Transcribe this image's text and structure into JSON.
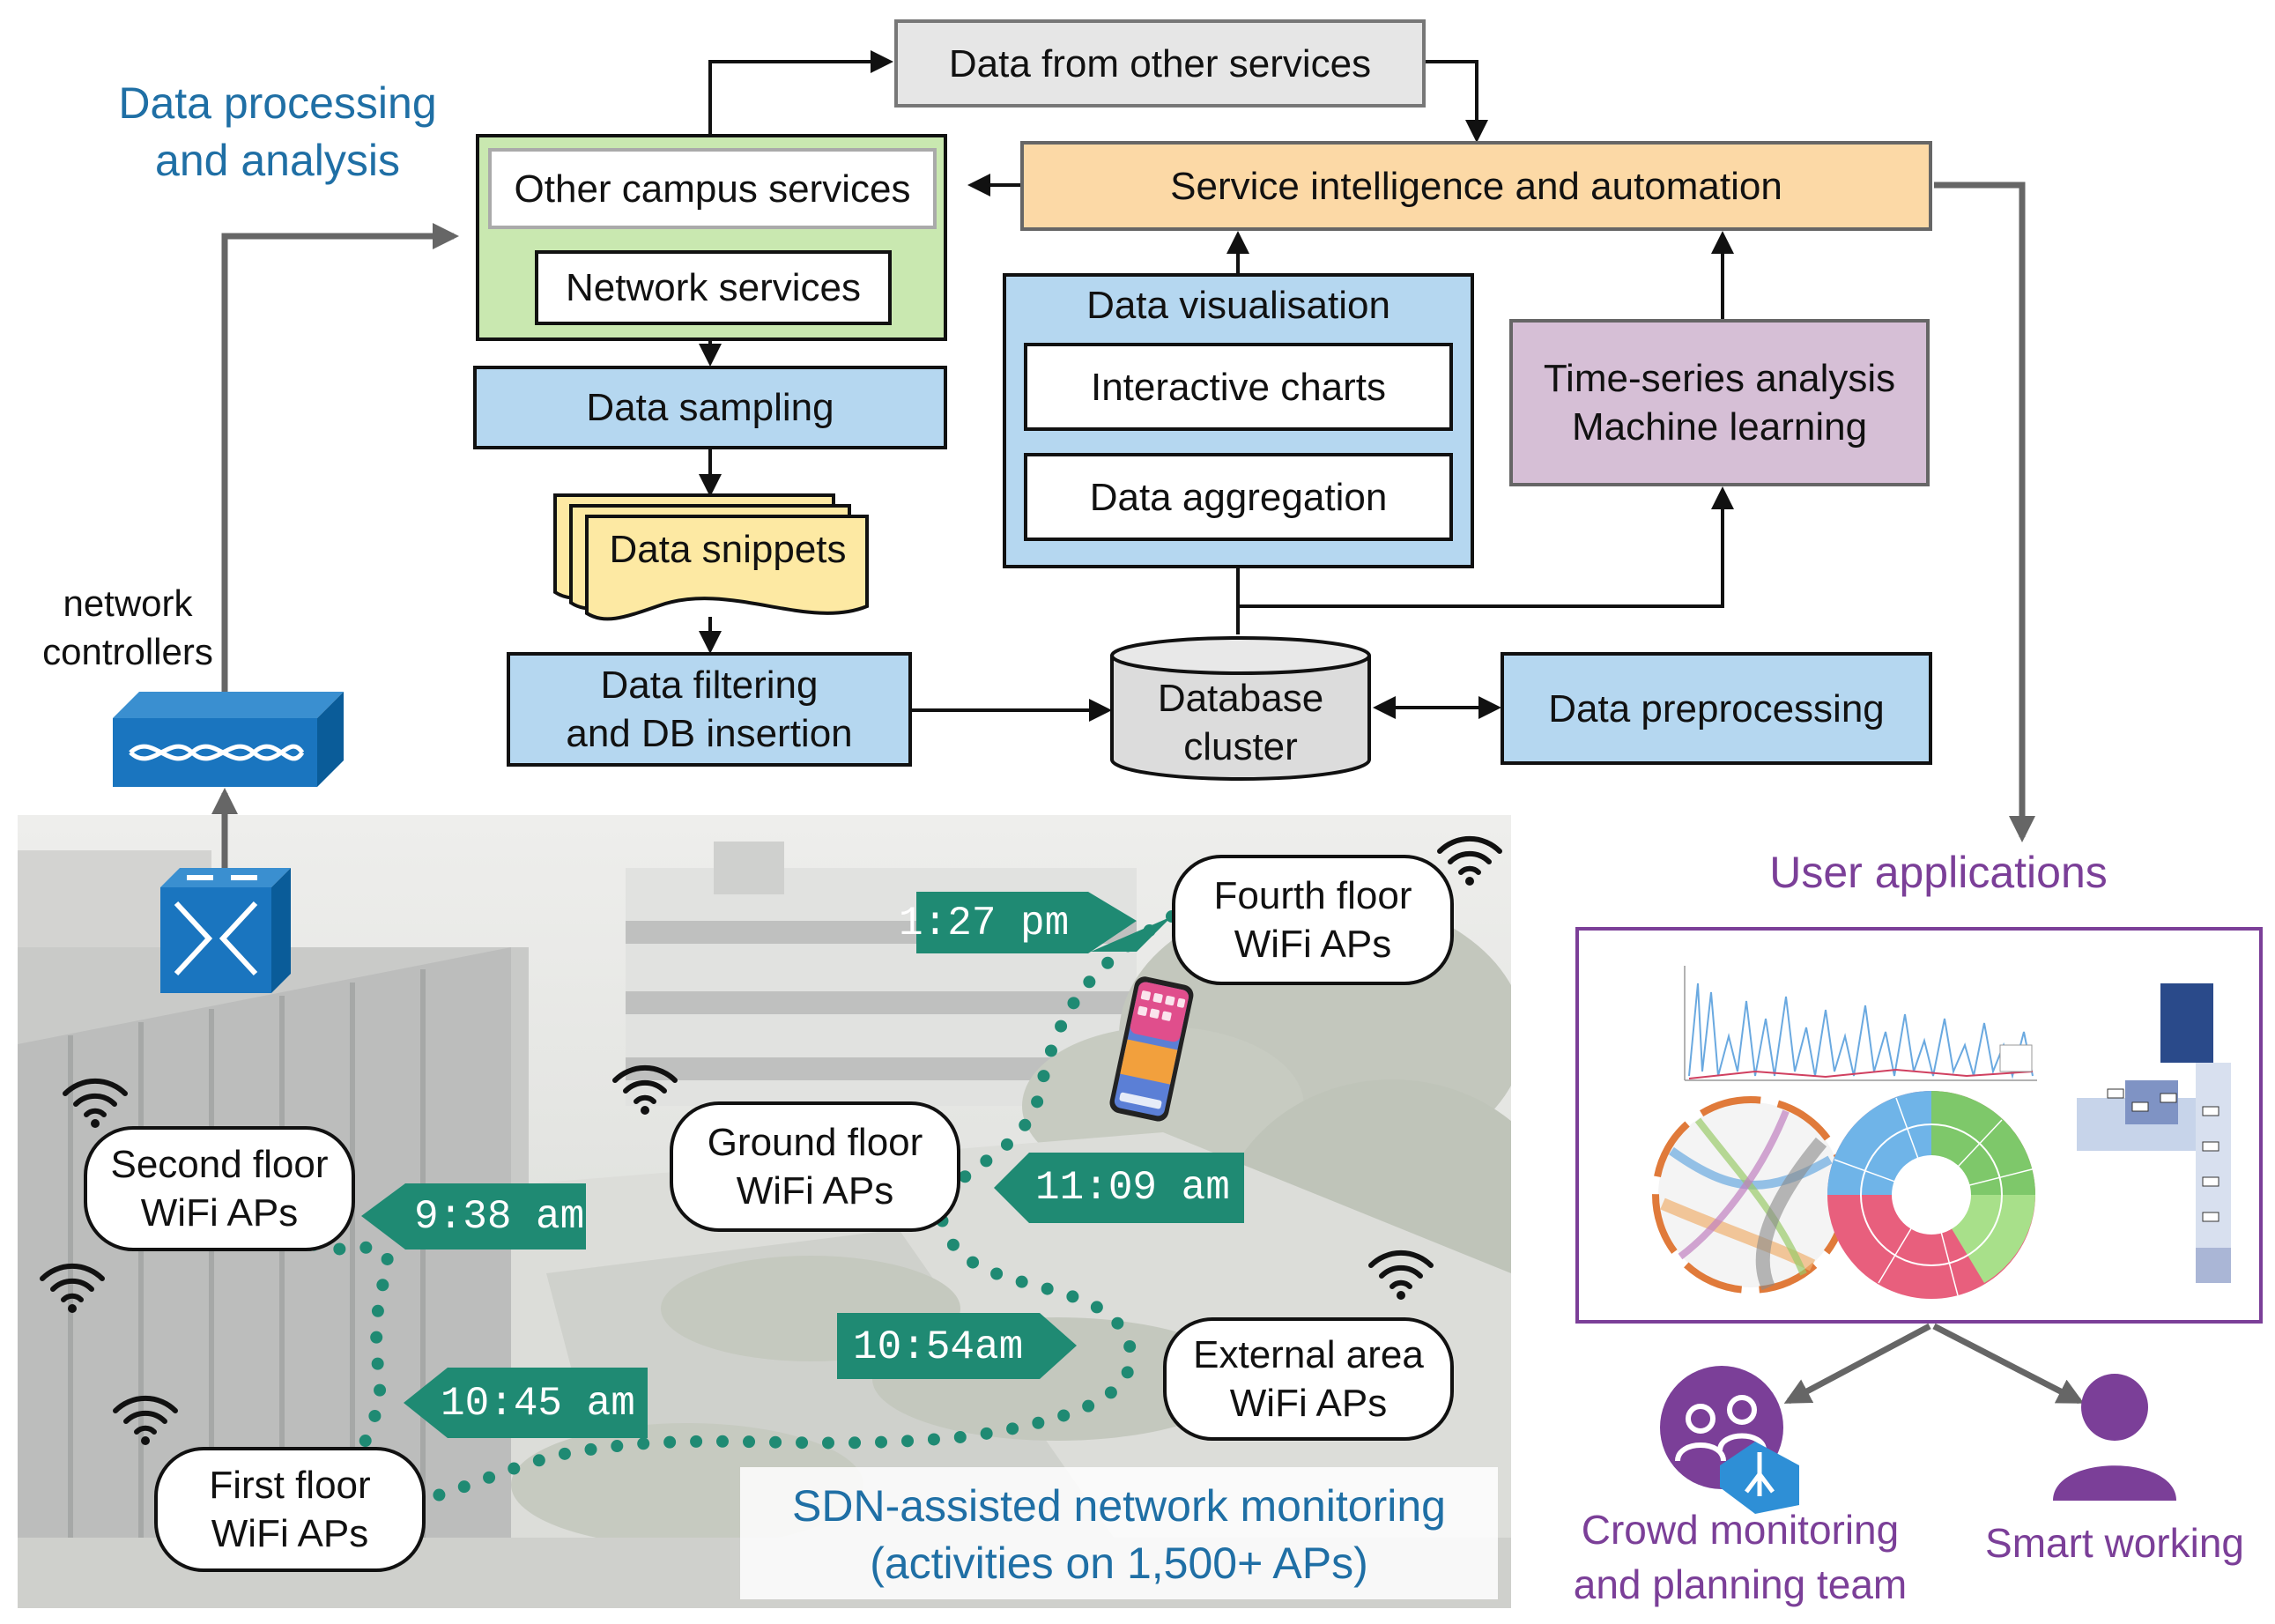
{
  "headings": {
    "processing": [
      "Data processing",
      "and analysis"
    ],
    "user_apps": "User applications",
    "sdn": [
      "SDN-assisted network monitoring",
      "(activities on 1,500+ APs)"
    ],
    "controllers": [
      "network",
      "controllers"
    ]
  },
  "blocks": {
    "other_data": "Data from other services",
    "other_campus": "Other campus services",
    "network_services": "Network services",
    "intelligence": "Service intelligence and automation",
    "sampling": "Data sampling",
    "snippets": "Data snippets",
    "filtering": [
      "Data filtering",
      "and DB insertion"
    ],
    "visualisation": "Data visualisation",
    "charts": "Interactive charts",
    "aggregation": "Data aggregation",
    "timeseries": [
      "Time-series analysis",
      "Machine learning"
    ],
    "database": [
      "Database",
      "cluster"
    ],
    "preprocessing": "Data preprocessing"
  },
  "aps": {
    "fourth": [
      "Fourth floor",
      "WiFi APs"
    ],
    "ground": [
      "Ground floor",
      "WiFi APs"
    ],
    "second": [
      "Second floor",
      "WiFi APs"
    ],
    "first": [
      "First floor",
      "WiFi APs"
    ],
    "external": [
      "External area",
      "WiFi APs"
    ]
  },
  "times": {
    "t1": "1:27 pm",
    "t2": "11:09 am",
    "t3": "9:38 am",
    "t4": "10:54am",
    "t5": "10:45 am"
  },
  "teams": {
    "crowd": [
      "Crowd monitoring",
      "and planning team"
    ],
    "smart": "Smart working"
  },
  "colors": {
    "processing_blue": "#1f6fa5",
    "user_purple": "#7b3f98",
    "teal": "#1f8a73",
    "light_blue": "#b5d7f0",
    "green": "#c9e8b0",
    "orange": "#fcd9a6",
    "mauve": "#d6bfd6",
    "grey": "#e6e6e6",
    "yellow": "#fde9a3"
  }
}
